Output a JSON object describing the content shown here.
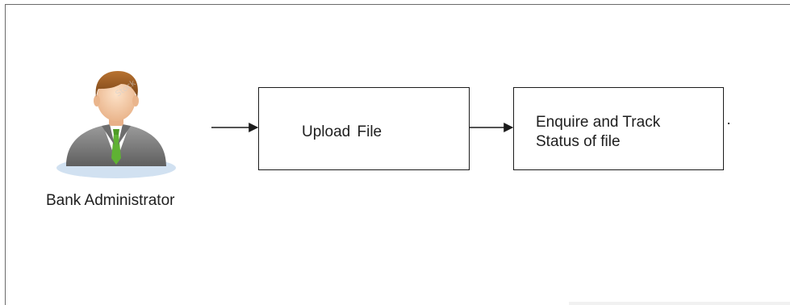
{
  "actor": {
    "label": "Bank Administrator",
    "icon": "person-avatar-icon"
  },
  "steps": [
    {
      "label": "Upload File"
    },
    {
      "label_lines": [
        "Enquire and Track",
        "Status of file"
      ]
    }
  ],
  "connectors": [
    {
      "from": "actor",
      "to": "steps.0"
    },
    {
      "from": "steps.0",
      "to": "steps.1"
    }
  ],
  "colors": {
    "stroke": "#1b1b1b",
    "text": "#1e1e1e",
    "shirt": "#ffffff",
    "tie": "#5fb233",
    "suit": "#7e7e7e",
    "skin": "#f3c9a4",
    "hair": "#9a5a22",
    "shadow": "#c9dcef"
  }
}
